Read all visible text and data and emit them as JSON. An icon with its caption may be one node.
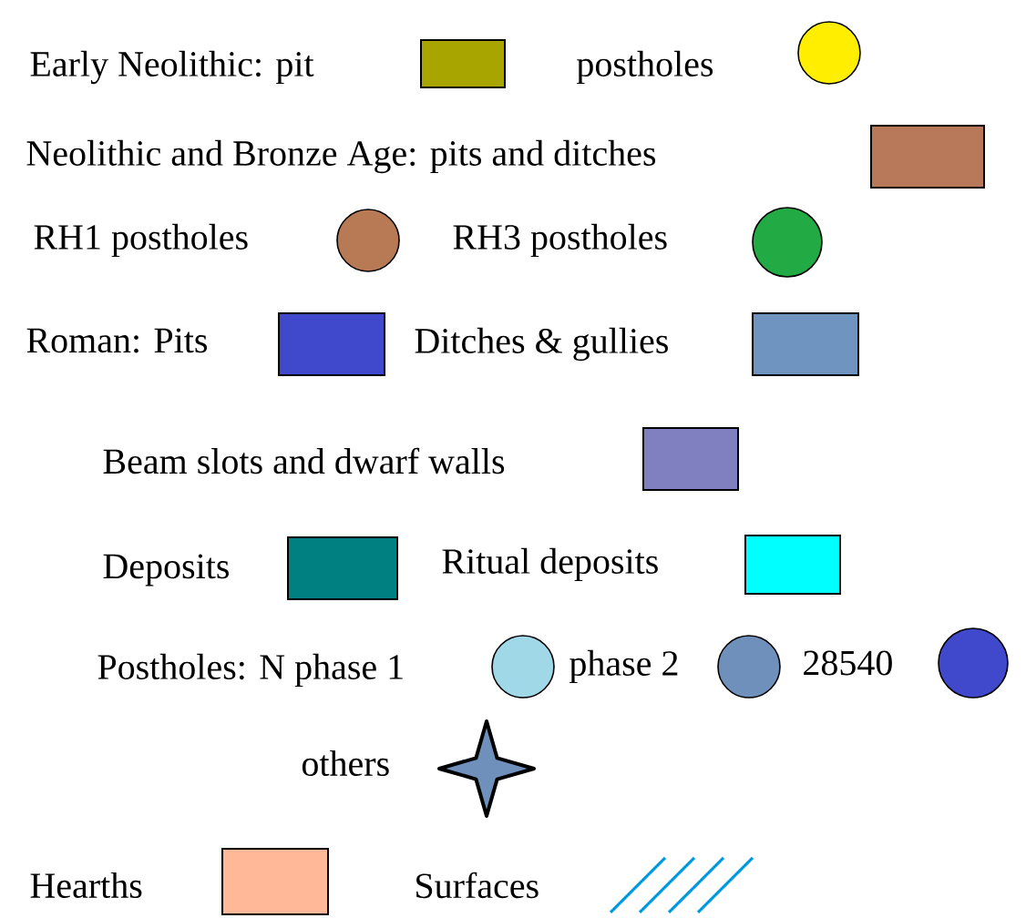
{
  "diagram": {
    "legend": [
      {
        "text": "Early Neolithic: pit",
        "color": "#a8a400"
      },
      {
        "text": "postholes",
        "color": "#ffee00"
      },
      {
        "text": "Neolithic and Bronze Age: pits and ditches",
        "color": "#b8785a"
      },
      {
        "text": "RH1 postholes",
        "color": "#b87a55"
      },
      {
        "text": "RH3 postholes",
        "color": "#22aa44"
      },
      {
        "text": "Roman: Pits",
        "color": "#4048cc"
      },
      {
        "text": "Ditches & gullies",
        "color": "#7094c0"
      },
      {
        "text": "Beam slots and dwarf walls",
        "color": "#8080c0"
      },
      {
        "text": "Deposits",
        "color": "#008080"
      },
      {
        "text": "Ritual deposits",
        "color": "#00ffff"
      },
      {
        "text": "Postholes: N phase 1",
        "color": "#a0d8e8"
      },
      {
        "text": "phase 2",
        "color": "#7090bc"
      },
      {
        "text": "28540",
        "color": "#4048cc"
      },
      {
        "text": "others",
        "color": "#7090bc"
      },
      {
        "text": "Hearths",
        "color": "#ffb898"
      },
      {
        "text": "Surfaces"
      }
    ]
  }
}
